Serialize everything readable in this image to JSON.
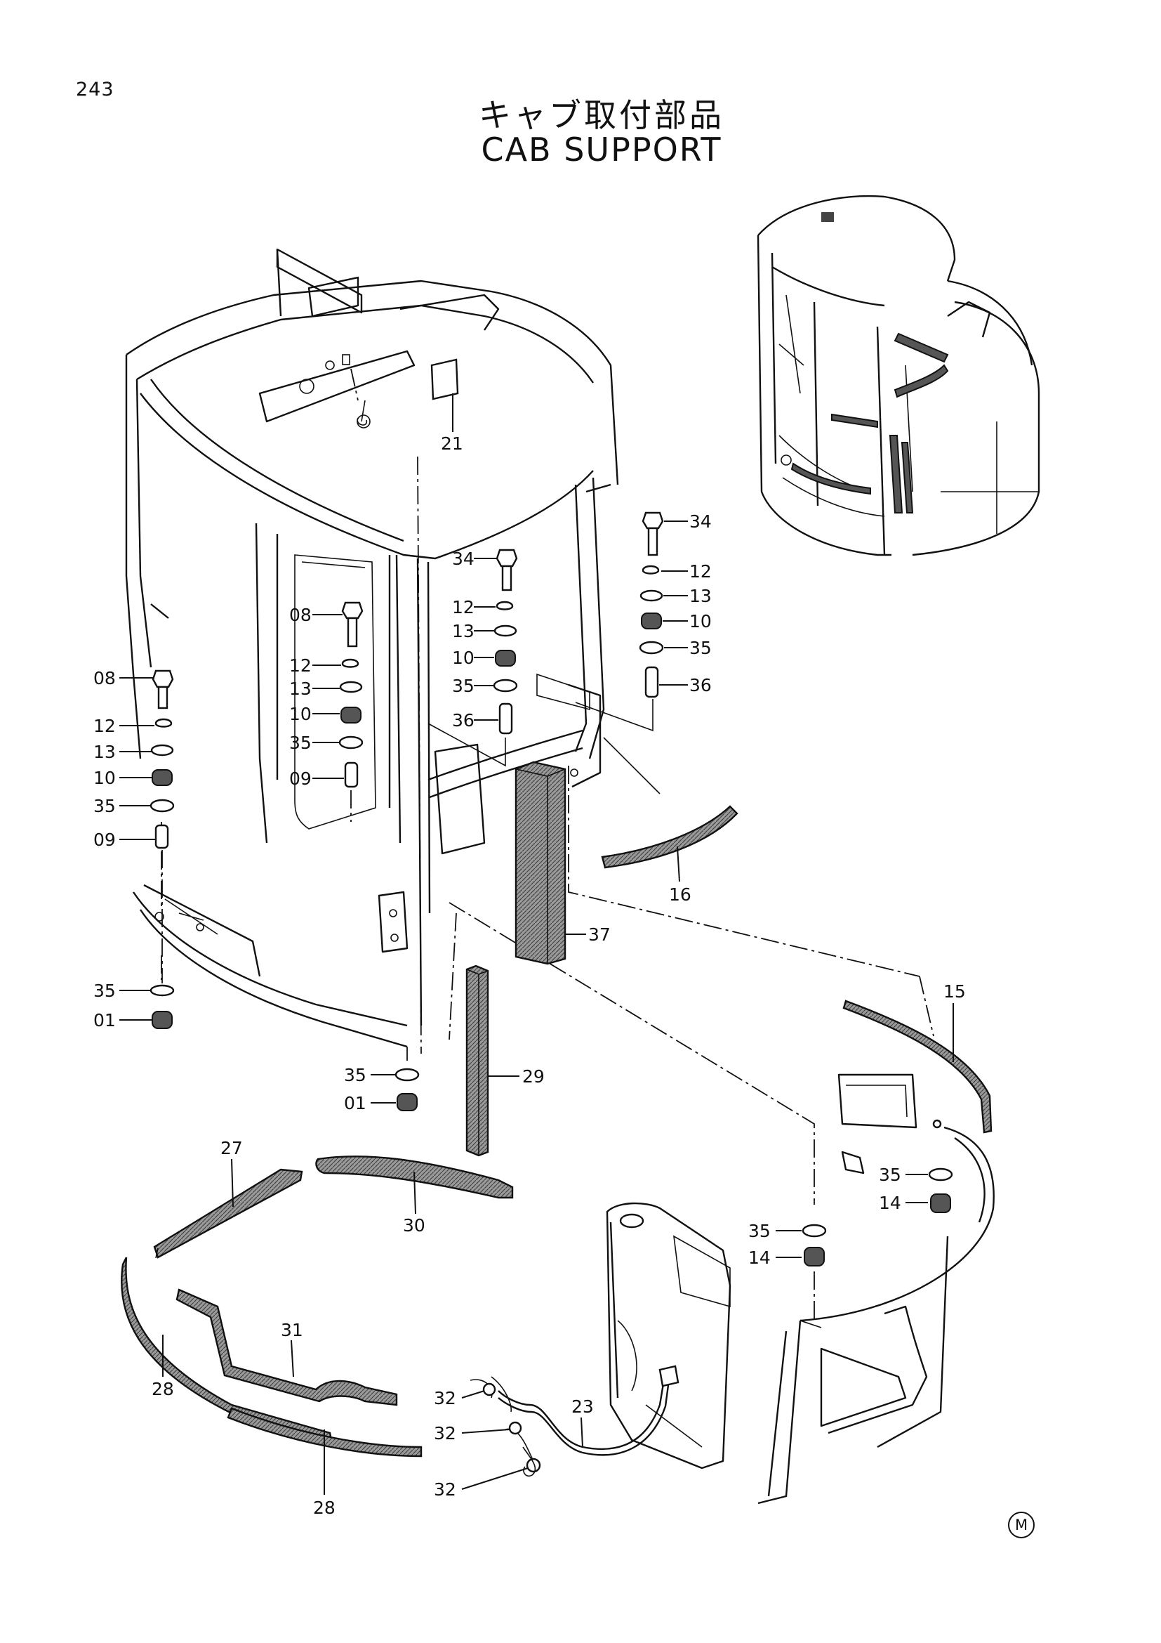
{
  "page": {
    "number": "243",
    "title_jp": "キャブ取付部品",
    "title_en": "CAB SUPPORT",
    "mark": "M"
  },
  "callouts": {
    "c21": "21",
    "c34a": "34",
    "c12a": "12",
    "c13a": "13",
    "c10a": "10",
    "c35a": "35",
    "c36a": "36",
    "c34b": "34",
    "c12b": "12",
    "c13b": "13",
    "c10b": "10",
    "c35b": "35",
    "c36b": "36",
    "c08a": "08",
    "c12c": "12",
    "c13c": "13",
    "c10c": "10",
    "c35c": "35",
    "c09a": "09",
    "c08b": "08",
    "c12d": "12",
    "c13d": "13",
    "c10d": "10",
    "c35d": "35",
    "c09b": "09",
    "c35e": "35",
    "c01a": "01",
    "c35f": "35",
    "c01b": "01",
    "c16": "16",
    "c37": "37",
    "c29": "29",
    "c15": "15",
    "c35g": "35",
    "c14a": "14",
    "c35h": "35",
    "c14b": "14",
    "c27": "27",
    "c30": "30",
    "c28a": "28",
    "c28b": "28",
    "c31": "31",
    "c23": "23",
    "c32a": "32",
    "c32b": "32",
    "c32c": "32"
  }
}
